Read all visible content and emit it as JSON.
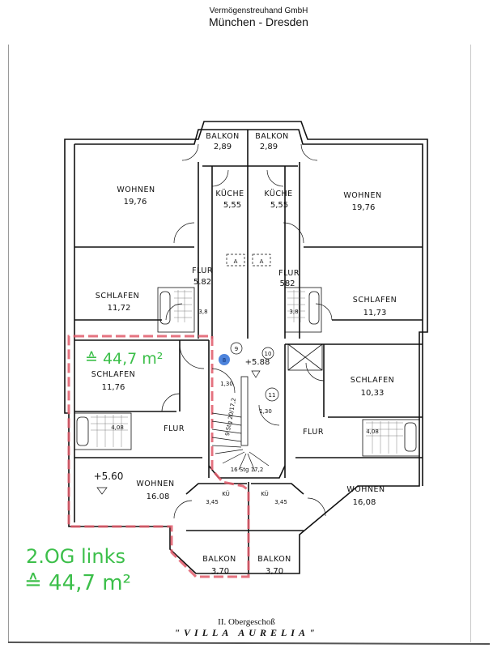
{
  "header": {
    "company": "Vermögenstreuhand GmbH",
    "city": "München - Dresden"
  },
  "footer": {
    "floor": "II. Obergeschoß",
    "building": "\"VILLA AURELIA\""
  },
  "rooms": {
    "balkon_top_left": {
      "name": "BALKON",
      "area": "2,89"
    },
    "balkon_top_right": {
      "name": "BALKON",
      "area": "2,89"
    },
    "kueche_left": {
      "name": "KÜCHE",
      "area": "5,55"
    },
    "kueche_right": {
      "name": "KÜCHE",
      "area": "5,55"
    },
    "wohnen_top_left": {
      "name": "WOHNEN",
      "area": "19,76"
    },
    "wohnen_top_right": {
      "name": "WOHNEN",
      "area": "19,76"
    },
    "flur_top_left": {
      "name": "FLUR",
      "area": "5.82"
    },
    "flur_top_right": {
      "name": "FLUR",
      "area": "582"
    },
    "schlafen_top_left": {
      "name": "SCHLAFEN",
      "area": "11,72"
    },
    "schlafen_top_right": {
      "name": "SCHLAFEN",
      "area": "11,73"
    },
    "bad_top_left": {
      "area": "3,8"
    },
    "bad_top_right": {
      "area": "3,8"
    },
    "schlafen_bottom_left": {
      "name": "SCHLAFEN",
      "area": "11,76"
    },
    "schlafen_bottom_right": {
      "name": "SCHLAFEN",
      "area": "10,33"
    },
    "bad_bottom_left": {
      "area": "4,08"
    },
    "bad_bottom_right": {
      "area": "4,08"
    },
    "flur_bottom_left": {
      "name": "FLUR"
    },
    "flur_bottom_right": {
      "name": "FLUR"
    },
    "wohnen_bottom_left": {
      "name": "WOHNEN",
      "area": "16.08"
    },
    "wohnen_bottom_right": {
      "name": "WOHNEN",
      "area": "16,08"
    },
    "kue_bottom_left": {
      "name": "KÜ",
      "area": "3,45"
    },
    "kue_bottom_right": {
      "name": "KÜ",
      "area": "3,45"
    },
    "balkon_bottom_left": {
      "name": "BALKON",
      "area": "3,70"
    },
    "balkon_bottom_right": {
      "name": "BALKON",
      "area": "3,70"
    }
  },
  "stair": {
    "level_mark": "+5.88",
    "door_9": "9",
    "door_10": "10",
    "door_11": "11",
    "door_8": "8",
    "door_width_a": "1,30",
    "door_width_b": "1,30",
    "steps_upper": "9 Stg 20/17,2",
    "steps_lower": "16 Stg 17,2"
  },
  "level_left": "+5.60",
  "markers": {
    "a": "A"
  },
  "annotations": {
    "area_handwritten": "≙ 44,7 m²",
    "unit_label": "2.OG links",
    "unit_area": "≙ 44,7 m²",
    "color_green": "#3cbf4a",
    "color_red": "#e05a6a",
    "color_blue": "#2f6fd6"
  }
}
